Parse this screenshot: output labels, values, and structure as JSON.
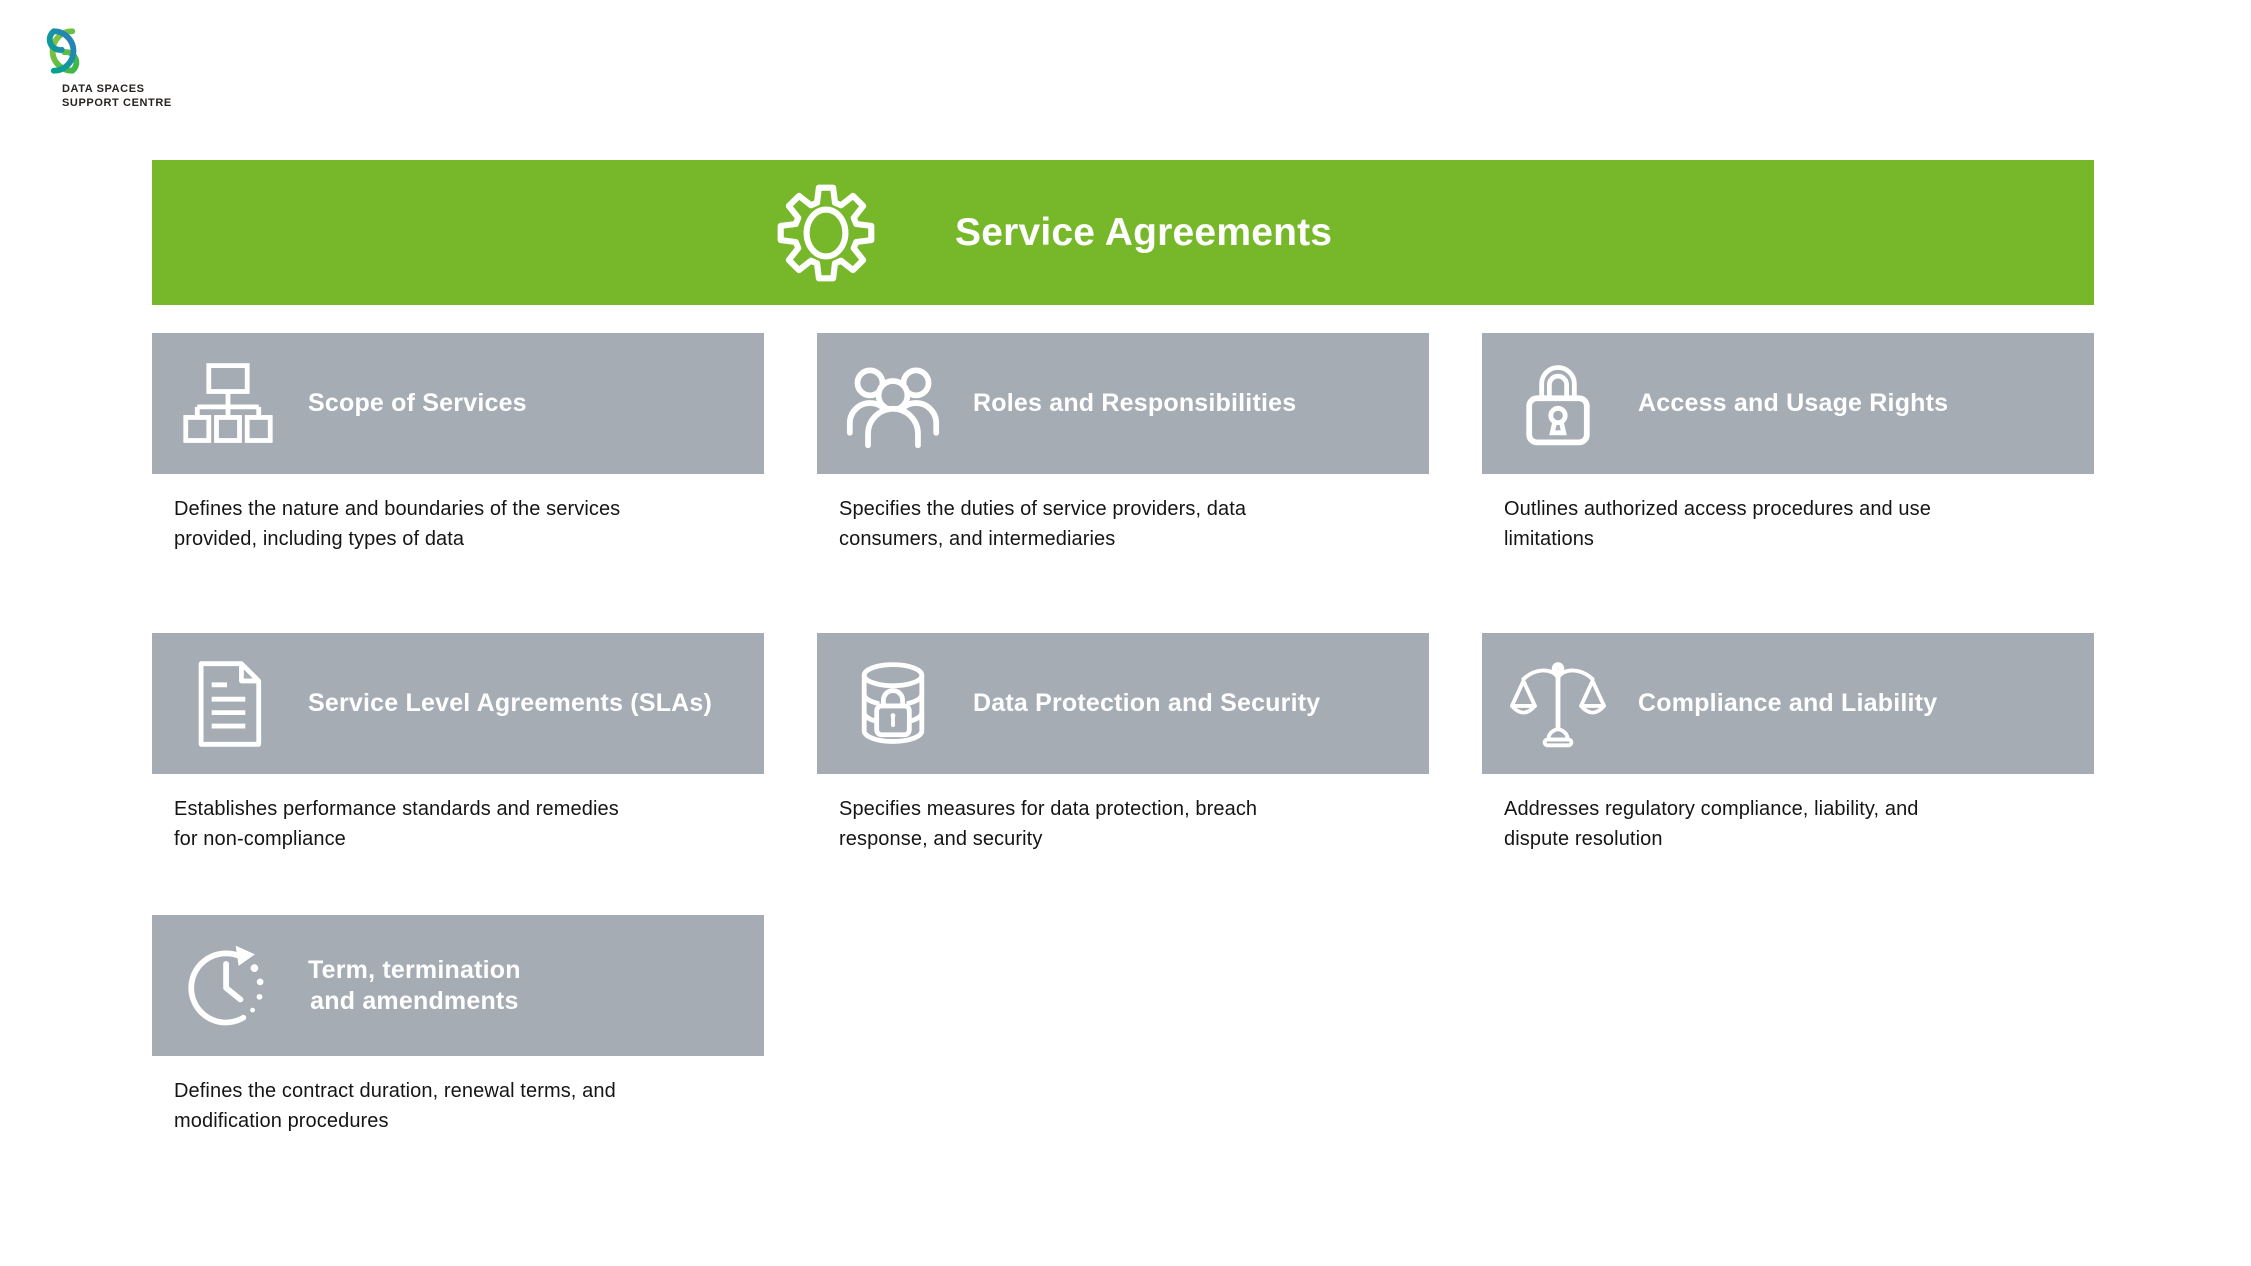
{
  "colors": {
    "green": "#76B82A",
    "card_gray": "#A5ACB3",
    "text_dark": "#151515",
    "white": "#FFFFFF",
    "logo_green": "#8CC63F",
    "logo_green_dark": "#39B54A",
    "logo_teal": "#00A887",
    "logo_blue": "#2F7CC0"
  },
  "logo": {
    "line1": "DATA SPACES",
    "line2": "SUPPORT CENTRE"
  },
  "header": {
    "title": "Service Agreements",
    "icon": "gear-icon"
  },
  "cards": [
    {
      "id": "scope-of-services",
      "icon": "org-chart-icon",
      "title": "Scope of Services",
      "description": "Defines the nature and boundaries of the services provided, including types of data"
    },
    {
      "id": "roles-and-responsibilities",
      "icon": "people-icon",
      "title": "Roles and Responsibilities",
      "description": "Specifies the duties of service providers, data consumers, and intermediaries"
    },
    {
      "id": "access-and-usage-rights",
      "icon": "padlock-icon",
      "title": "Access and Usage Rights",
      "description": "Outlines authorized access procedures and use limitations"
    },
    {
      "id": "service-level-agreements-slas",
      "icon": "document-icon",
      "title": "Service Level Agreements (SLAs)",
      "description": "Establishes performance standards and remedies for non-compliance"
    },
    {
      "id": "data-protection-and-security",
      "icon": "database-lock-icon",
      "title": "Data Protection and Security",
      "description": "Specifies measures for data protection, breach response, and security"
    },
    {
      "id": "compliance-and-liability",
      "icon": "scales-icon",
      "title": "Compliance and Liability",
      "description": "Addresses regulatory compliance, liability, and dispute resolution"
    },
    {
      "id": "term-termination-and-amendments",
      "icon": "clock-icon",
      "title": "Term, termination\nand amendments",
      "description": "Defines the contract duration, renewal terms, and modification procedures"
    }
  ]
}
